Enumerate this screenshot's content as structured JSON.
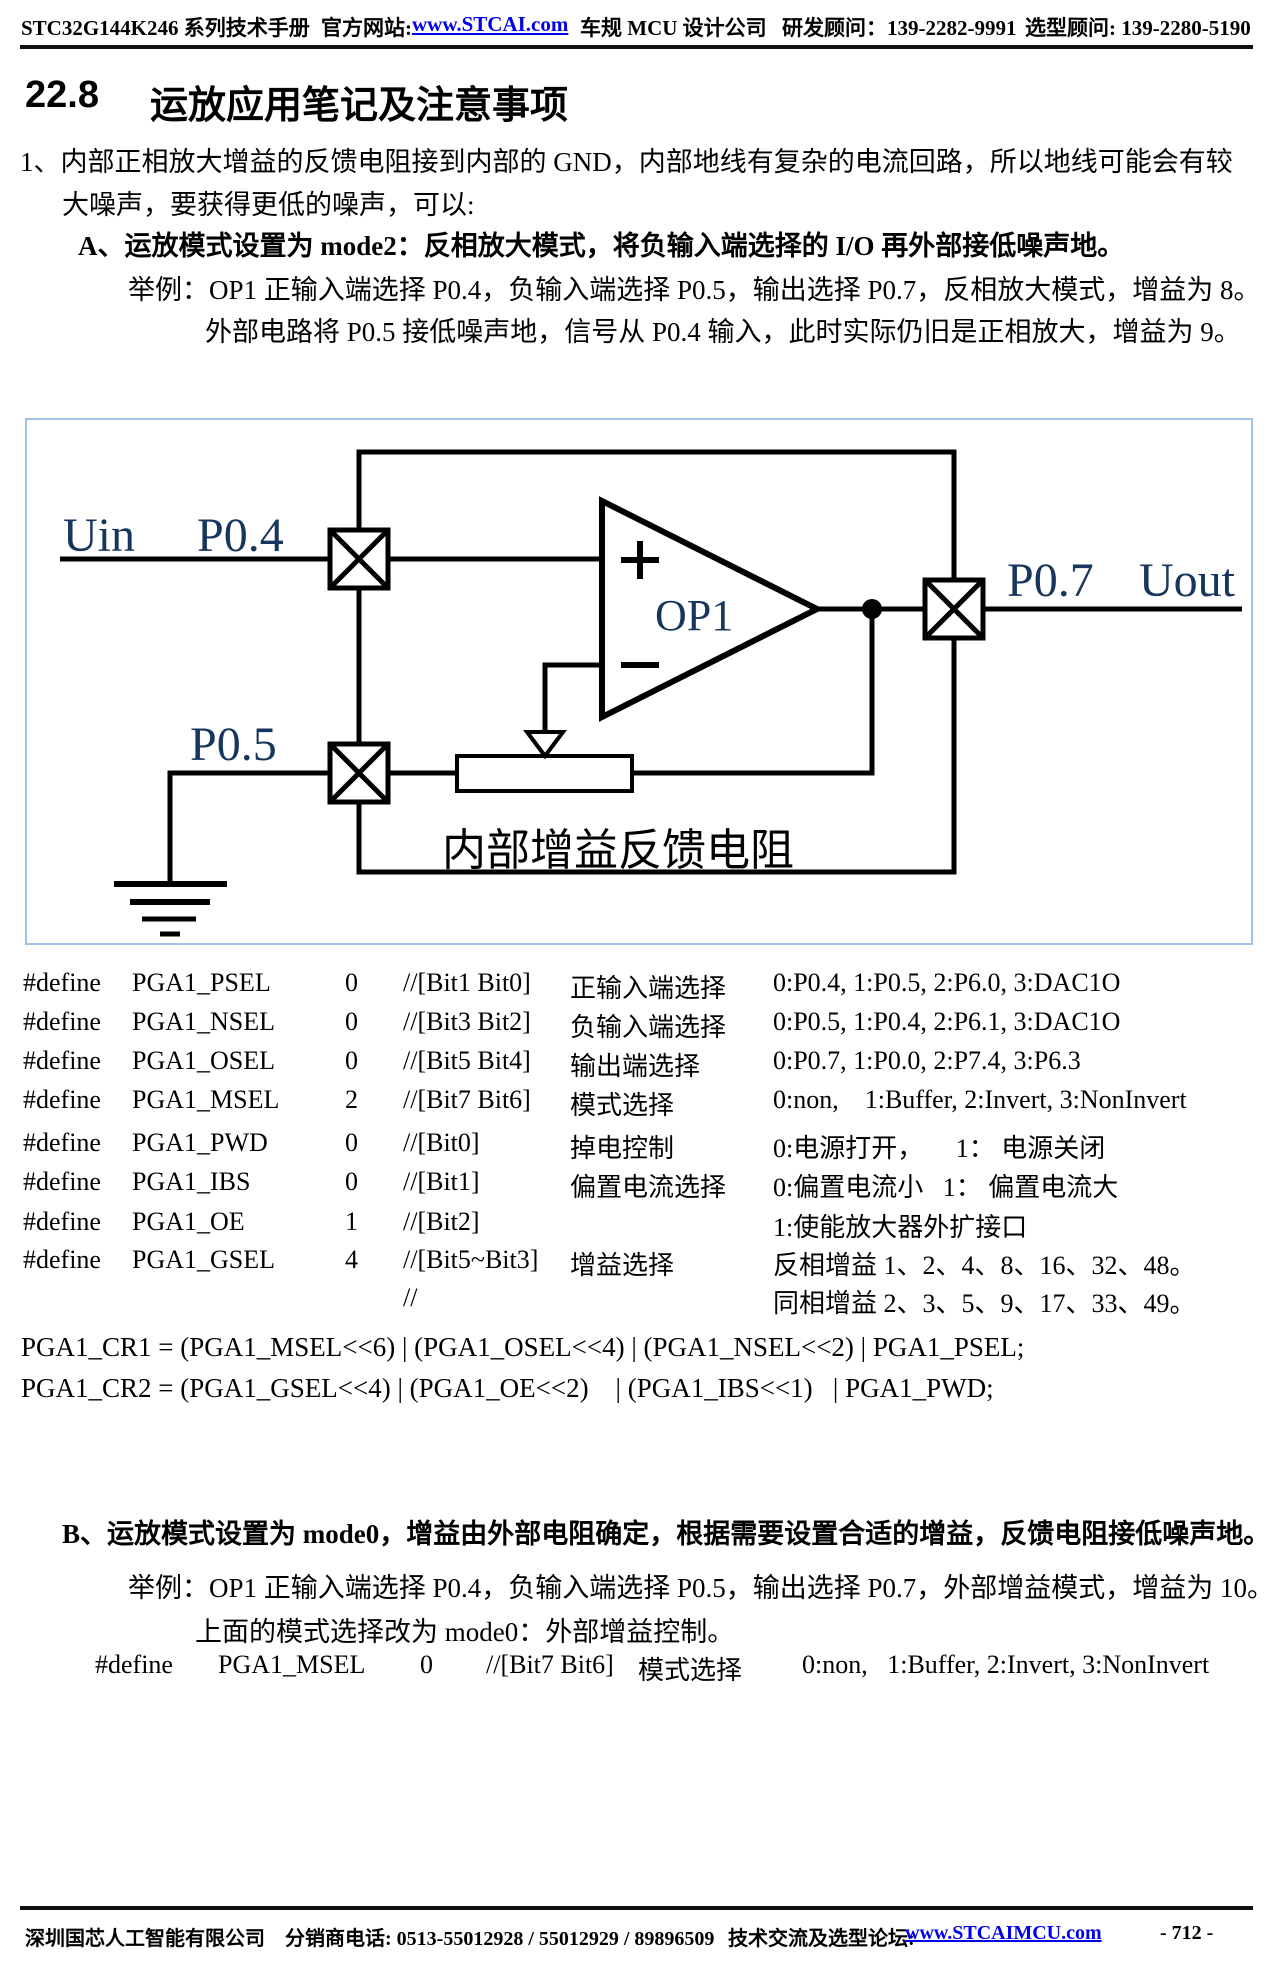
{
  "header": {
    "manual": "STC32G144K246 系列技术手册",
    "site_label": "官方网站: ",
    "site_link": "www.STCAI.com",
    "company": "车规 MCU 设计公司",
    "rd_contact": "研发顾问：139-2282-9991",
    "sel_contact": "选型顾问: 139-2280-5190",
    "link_color": "#0000EE"
  },
  "title": {
    "number": "22.8",
    "text": "运放应用笔记及注意事项"
  },
  "intro": {
    "line1": "1、内部正相放大增益的反馈电阻接到内部的 GND，内部地线有复杂的电流回路，所以地线可能会有较",
    "line2": "大噪声，要获得更低的噪声，可以:"
  },
  "section_a": {
    "heading": "A、运放模式设置为 mode2：反相放大模式，将负输入端选择的 I/O 再外部接低噪声地。",
    "example_line1": "举例：OP1 正输入端选择 P0.4，负输入端选择 P0.5，输出选择 P0.7，反相放大模式，增益为 8。",
    "example_line2": "外部电路将 P0.5 接低噪声地，信号从 P0.4 输入，此时实际仍旧是正相放大，增益为 9。"
  },
  "diagram": {
    "border_color": "#9dc3e6",
    "label_color": "#17365d",
    "uin_label": "Uin",
    "p04_label": "P0.4",
    "p05_label": "P0.5",
    "p07_label": "P0.7",
    "uout_label": "Uout",
    "opamp_label": "OP1",
    "resistor_label": "内部增益反馈电阻",
    "icons": {
      "pad": "io-pad-x-icon",
      "ground": "ground-icon",
      "plus": "plus-icon",
      "minus": "minus-icon",
      "tap": "arrow-down-icon",
      "junction": "junction-dot-icon"
    }
  },
  "defines": {
    "rows": [
      {
        "d": "#define",
        "name": "PGA1_PSEL",
        "value": "0",
        "bits": "//[Bit1 Bit0]",
        "desc": "正输入端选择",
        "options": "0:P0.4, 1:P0.5, 2:P6.0, 3:DAC1O"
      },
      {
        "d": "#define",
        "name": "PGA1_NSEL",
        "value": "0",
        "bits": "//[Bit3 Bit2]",
        "desc": "负输入端选择",
        "options": "0:P0.5, 1:P0.4, 2:P6.1, 3:DAC1O"
      },
      {
        "d": "#define",
        "name": "PGA1_OSEL",
        "value": "0",
        "bits": "//[Bit5 Bit4]",
        "desc": "输出端选择",
        "options": "0:P0.7, 1:P0.0, 2:P7.4, 3:P6.3"
      },
      {
        "d": "#define",
        "name": "PGA1_MSEL",
        "value": "2",
        "bits": "//[Bit7 Bit6]",
        "desc": "模式选择",
        "options": "0:non,    1:Buffer, 2:Invert, 3:NonInvert"
      },
      {
        "d": "#define",
        "name": "PGA1_PWD",
        "value": "0",
        "bits": "//[Bit0]",
        "desc": "掉电控制",
        "options": "0:电源打开，     1： 电源关闭"
      },
      {
        "d": "#define",
        "name": "PGA1_IBS",
        "value": "0",
        "bits": "//[Bit1]",
        "desc": "偏置电流选择",
        "options": "0:偏置电流小   1： 偏置电流大"
      },
      {
        "d": "#define",
        "name": "PGA1_OE",
        "value": "1",
        "bits": "//[Bit2]",
        "desc": "",
        "options": "1:使能放大器外扩接口"
      },
      {
        "d": "#define",
        "name": "PGA1_GSEL",
        "value": "4",
        "bits": "//[Bit5~Bit3]",
        "desc": "增益选择",
        "options": "反相增益 1、2、4、8、16、32、48。"
      },
      {
        "d": "",
        "name": "",
        "value": "",
        "bits": "//",
        "desc": "",
        "options": "同相增益 2、3、5、9、17、33、49。"
      }
    ],
    "cr1": "PGA1_CR1 = (PGA1_MSEL<<6) | (PGA1_OSEL<<4) | (PGA1_NSEL<<2) | PGA1_PSEL;",
    "cr2": "PGA1_CR2 = (PGA1_GSEL<<4) | (PGA1_OE<<2)    | (PGA1_IBS<<1)   | PGA1_PWD;"
  },
  "section_b": {
    "heading": "B、运放模式设置为 mode0，增益由外部电阻确定，根据需要设置合适的增益，反馈电阻接低噪声地。",
    "example_line1": "举例：OP1 正输入端选择 P0.4，负输入端选择 P0.5，输出选择 P0.7，外部增益模式，增益为 10。",
    "example_line2": "上面的模式选择改为 mode0：外部增益控制。",
    "define": {
      "d": "#define",
      "name": "PGA1_MSEL",
      "value": "0",
      "bits": "//[Bit7 Bit6]",
      "desc": "模式选择",
      "options": "0:non,   1:Buffer, 2:Invert, 3:NonInvert"
    }
  },
  "footer": {
    "company": "深圳国芯人工智能有限公司",
    "phones": "分销商电话: 0513-55012928 / 55012929 / 89896509",
    "forum_label": "技术交流及选型论坛:",
    "forum_link": "www.STCAIMCU.com",
    "page_number": "- 712 -"
  }
}
